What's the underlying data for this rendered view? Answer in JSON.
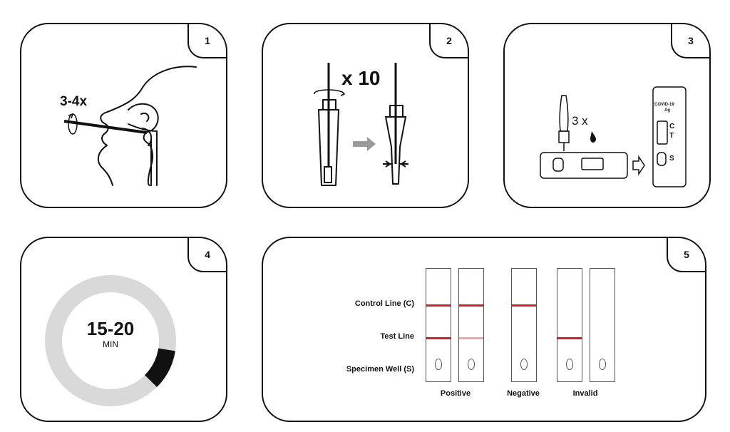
{
  "steps": [
    {
      "number": "1",
      "repeat_label": "3-4x"
    },
    {
      "number": "2",
      "repeat_label": "x 10"
    },
    {
      "number": "3",
      "cassette_brand": "COVID-19",
      "cassette_ag": "Ag",
      "drops_label": "3 x",
      "line_c": "C",
      "line_t": "T",
      "well_s": "S"
    },
    {
      "number": "4",
      "timer_value": "15-20",
      "timer_unit": "MIN",
      "timer_progress": 0.1
    },
    {
      "number": "5",
      "row_labels": [
        "Control Line (C)",
        "Test Line",
        "Specimen Well (S)"
      ],
      "result_labels": [
        "Positive",
        "Negative",
        "Invalid"
      ],
      "colors": {
        "line_red": "#d32027",
        "line_faint": "#f2a5a5"
      },
      "strips": [
        {
          "control": "strong",
          "test": "strong",
          "group": "Positive"
        },
        {
          "control": "strong",
          "test": "faint",
          "group": "Positive"
        },
        {
          "control": "strong",
          "test": "none",
          "group": "Negative"
        },
        {
          "control": "none",
          "test": "strong",
          "group": "Invalid"
        },
        {
          "control": "none",
          "test": "none",
          "group": "Invalid"
        }
      ]
    }
  ]
}
